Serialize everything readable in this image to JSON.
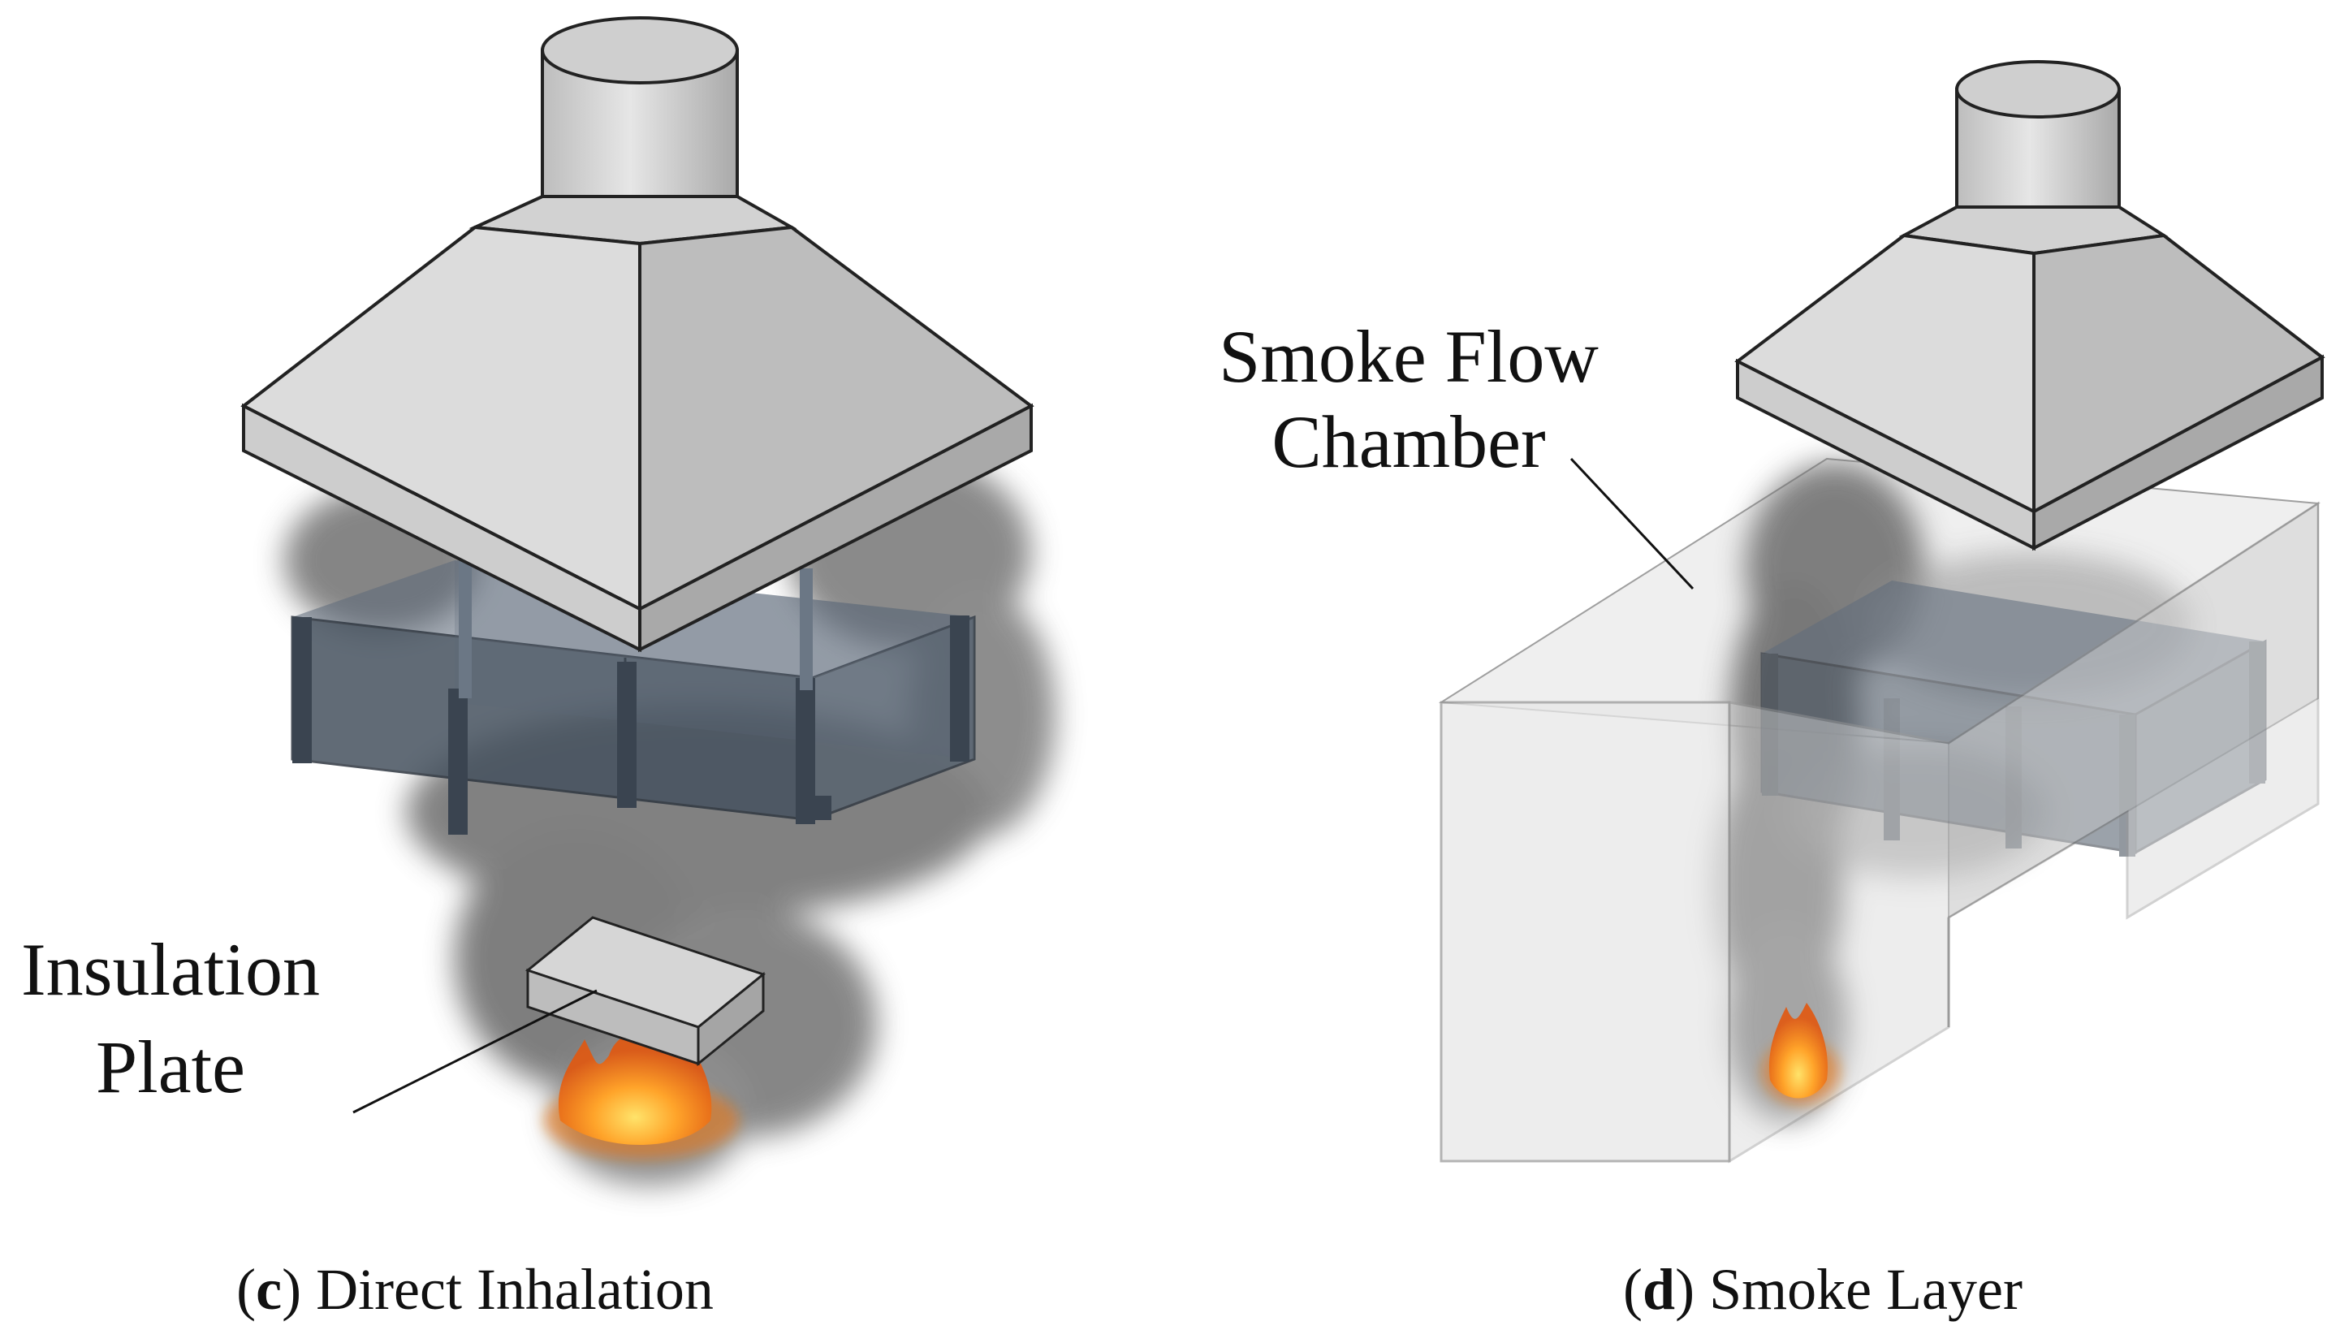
{
  "panel_c": {
    "caption_letter": "c",
    "caption_text": "Direct Inhalation",
    "callout_line1": "Insulation",
    "callout_line2": "Plate"
  },
  "panel_d": {
    "caption_letter": "d",
    "caption_text": "Smoke Layer",
    "callout_line1": "Smoke Flow",
    "callout_line2": "Chamber"
  },
  "colors": {
    "hood_light": "#d9d9d9",
    "hood_mid": "#c2c2c2",
    "hood_dark": "#a8a8a8",
    "box_glass": "#4b5868",
    "smoke": "#6e6e6e",
    "fire_orange": "#f07a14",
    "fire_yellow": "#ffc22e",
    "chamber": "#e4e4e4"
  }
}
